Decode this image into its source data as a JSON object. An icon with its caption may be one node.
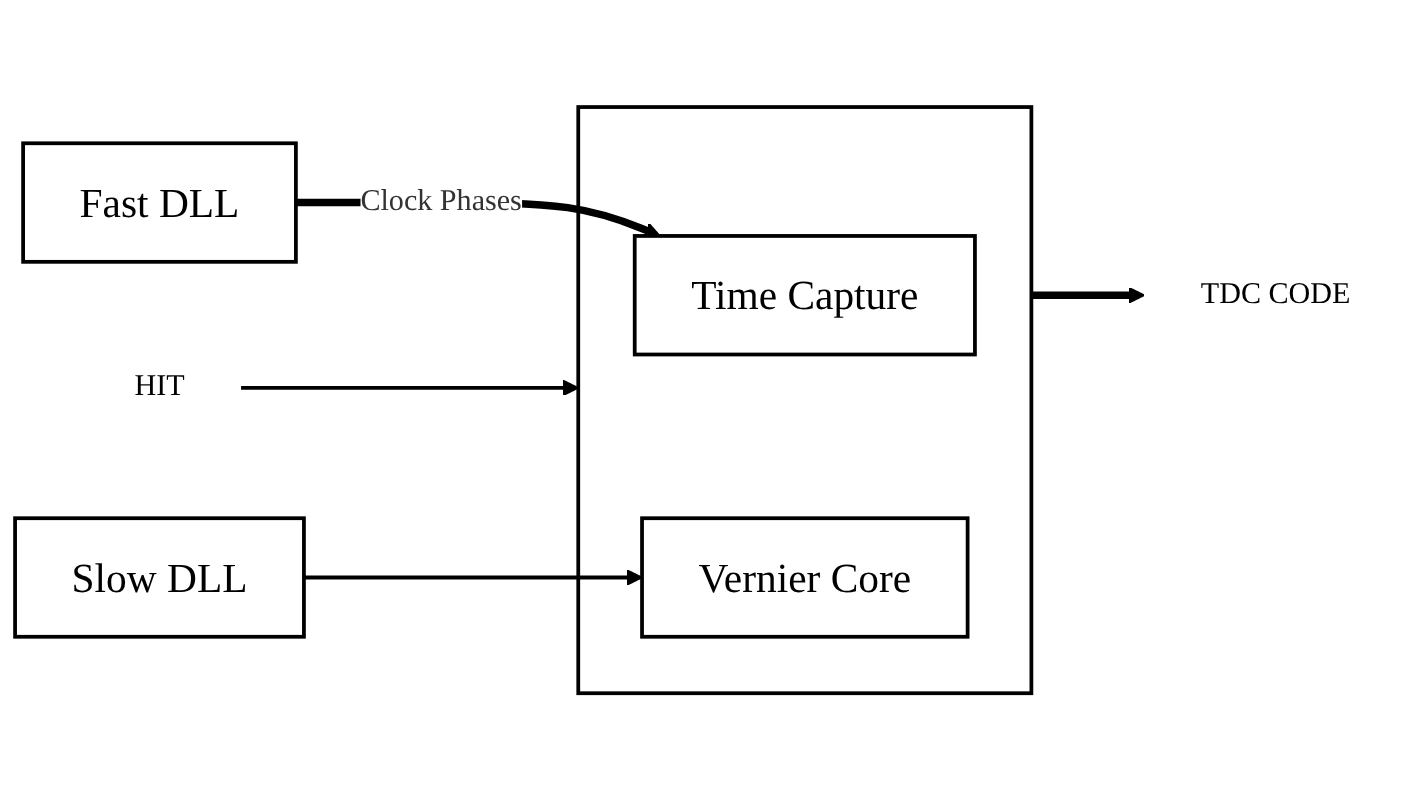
{
  "diagram": {
    "nodes": [
      {
        "text": [
          "HIT"
        ]
      },
      {
        "text": [
          "Fast DLL"
        ]
      },
      {
        "text": [],
        "shape": "box"
      },
      {
        "text": [
          "Time Capture"
        ],
        "in": 2
      },
      {
        "text": [
          "Vernier Core"
        ],
        "in": 2
      },
      {
        "text": [
          "Slow DLL"
        ]
      },
      {
        "text": [
          "TDC CODE"
        ]
      }
    ],
    "edges": [
      {
        "from": 0,
        "to": 2,
        "arrow": "to"
      },
      {
        "from": 1,
        "to": 3,
        "arrow": "to",
        "label": "Clock Phases",
        "style": "thick"
      },
      {
        "from": 5,
        "to": 4,
        "arrow": "to"
      },
      {
        "from": 2,
        "to": 6,
        "arrow": "to",
        "style": "thick"
      }
    ]
  }
}
